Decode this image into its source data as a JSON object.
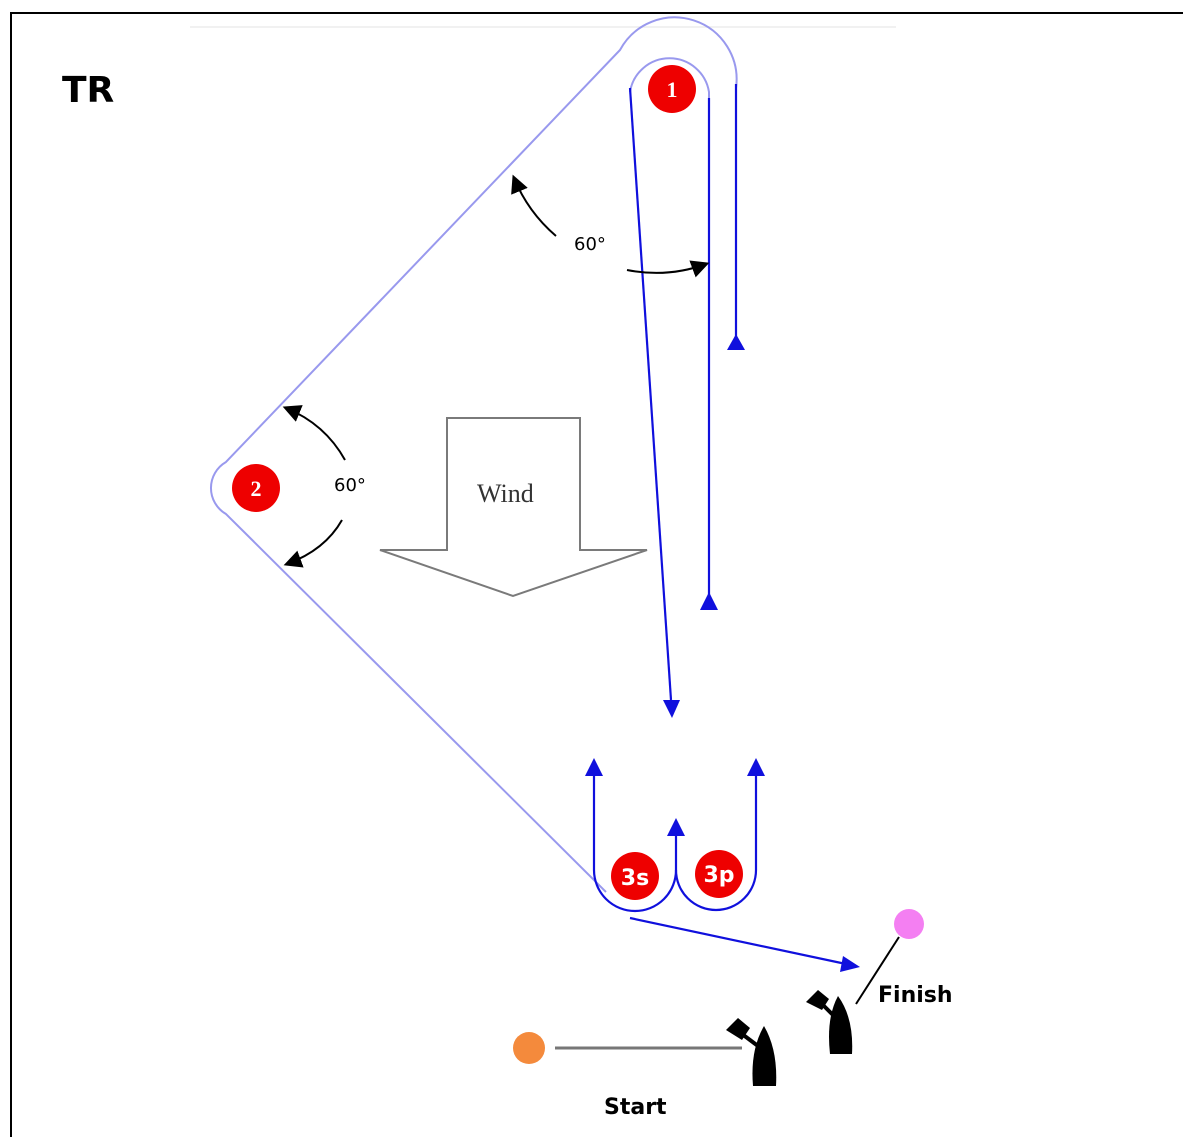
{
  "title": "TR",
  "angles": {
    "top": "60°",
    "left": "60°"
  },
  "wind": {
    "label": "Wind"
  },
  "marks": {
    "mark1": "1",
    "mark2": "2",
    "mark3s": "3s",
    "mark3p": "3p"
  },
  "finish": {
    "label": "Finish"
  },
  "start": {
    "label": "Start"
  },
  "colors": {
    "course_line": "#9999ee",
    "leg_arrow": "#1010dd",
    "mark": "#ee0000",
    "finish_buoy": "#f47ff2",
    "start_buoy": "#f48a3c",
    "angle_arrow": "#000000"
  }
}
